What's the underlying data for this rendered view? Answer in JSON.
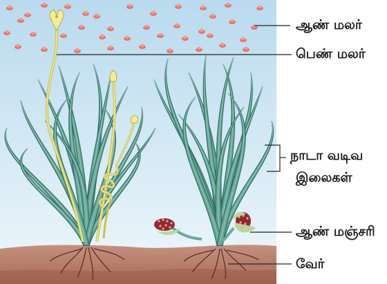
{
  "labels": {
    "male_flower": "ஆண் மலர்",
    "female_flower": "பெண் மலர்",
    "ribbon_leaves_line1": "நாடா வடிவ",
    "ribbon_leaves_line2": "இலைகள்",
    "male_spadix": "ஆண் மஞ்சரி",
    "root": "வேர்"
  },
  "colors": {
    "water_top": "#bcdcef",
    "water_bottom": "#e8f3f9",
    "leaf": "#6aa89a",
    "leaf_dark": "#2f6e63",
    "stalk": "#e8e07a",
    "soil": "#b57865",
    "male_flower": "#e8756a"
  },
  "icons": [
    "vallisneria-plant-left",
    "vallisneria-plant-right",
    "floating-male-flowers",
    "female-flower",
    "coiled-stalk",
    "male-spadix"
  ]
}
